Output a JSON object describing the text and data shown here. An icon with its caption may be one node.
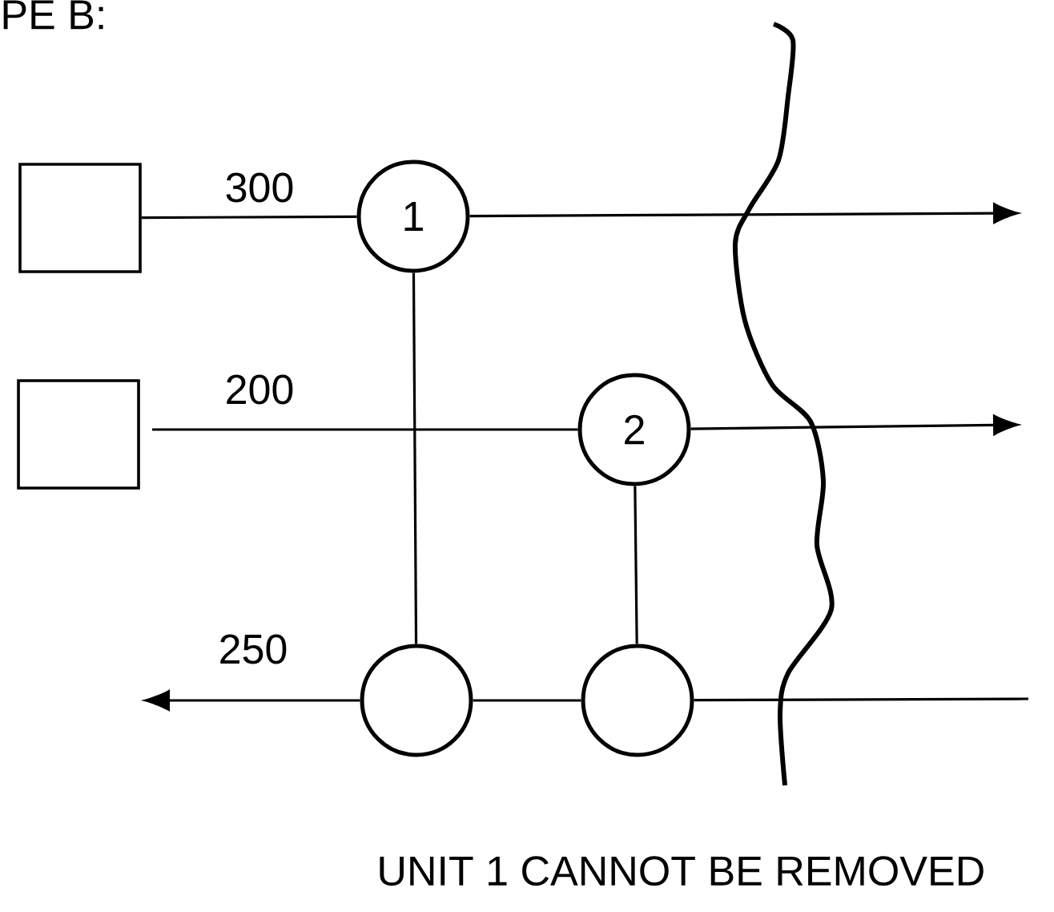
{
  "diagram": {
    "nodes": [
      {
        "text": [],
        "shape": "box"
      },
      {
        "text": [],
        "shape": "box"
      },
      {
        "text": [
          "1"
        ]
      },
      {
        "text": [
          "2"
        ]
      },
      {
        "text": [],
        "shape": "circle"
      },
      {
        "text": [],
        "shape": "circle"
      }
    ],
    "edges": [
      {
        "from": 0,
        "to": 2,
        "arrow": "none",
        "label": "300"
      },
      {
        "from": 2,
        "to": null,
        "arrow": "to"
      },
      {
        "from": 1,
        "to": 3,
        "arrow": "none",
        "label": "200"
      },
      {
        "from": 3,
        "to": null,
        "arrow": "to"
      },
      {
        "from": 2,
        "to": 4,
        "arrow": "none"
      },
      {
        "from": 3,
        "to": 5,
        "arrow": "none"
      },
      {
        "from": 5,
        "to": 4,
        "arrow": "none"
      },
      {
        "from": 4,
        "to": null,
        "arrow": "to",
        "label": "250"
      },
      {
        "from": 5,
        "to": null,
        "arrow": "none"
      }
    ],
    "labels": [
      "PE B:",
      "UNIT 1 CANNOT BE REMOVED"
    ]
  }
}
